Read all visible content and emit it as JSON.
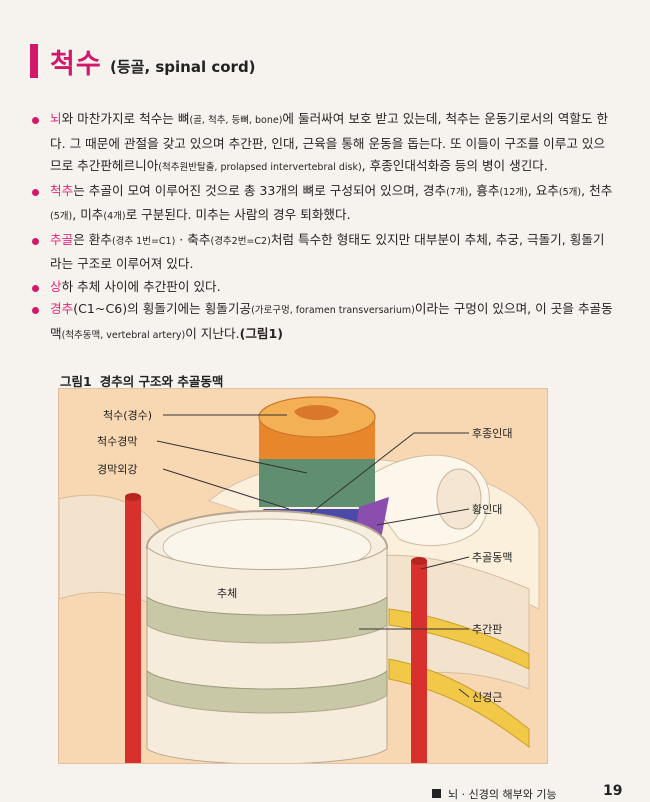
{
  "header": {
    "title": "척수",
    "subtitle": "(등골, spinal cord)"
  },
  "bullets": [
    {
      "html": "<span class='lead'>뇌</span>와 마찬가지로 척수는 뼈<span class='small'>(골, 척추, 등뼈, bone)</span>에 둘러싸여 보호 받고 있는데, 척추는 운동기로서의 역할도 한다. 그 때문에 관절을 갖고 있으며 추간판, 인대, 근육을 통해 운동을 돕는다. 또 이들이 구조를 이루고 있으므로 추간판헤르니아<span class='small'>(척추원반탈출, prolapsed intervertebral disk)</span>, 후종인대석화증 등의 병이 생긴다."
    },
    {
      "html": "<span class='lead'>척추</span>는 추골이 모여 이루어진 것으로 총 33개의 뼈로 구성되어 있으며, 경추<span class='small'>(7개)</span>, 흉추<span class='small'>(12개)</span>, 요추<span class='small'>(5개)</span>, 천추<span class='small'>(5개)</span>, 미추<span class='small'>(4개)</span>로 구분된다. 미추는 사람의 경우 퇴화했다."
    },
    {
      "html": "<span class='lead'>추골</span>은 환추<span class='small'>(경추 1번=C1)</span> · 축추<span class='small'>(경추2번=C2)</span>처럼 특수한 형태도 있지만 대부분이 추체, 추궁, 극돌기, 횡돌기라는 구조로 이루어져 있다."
    },
    {
      "html": "<span class='lead'>상</span>하 추체 사이에 추간판이 있다."
    },
    {
      "html": "<span class='lead'>경추</span>(C1~C6)의 횡돌기에는 횡돌기공<span class='small'>(가로구멍, foramen transversarium)</span>이라는 구멍이 있으며, 이 곳을 추골동맥<span class='small'>(척추동맥, vertebral artery)</span>이 지난다.<b>(그림1)</b>"
    }
  ],
  "figure": {
    "caption_num": "그림1",
    "caption_text": "경추의 구조와 추골동맥",
    "labels": {
      "spinal_cord": "척수(경수)",
      "dura": "척수경막",
      "epidural": "경막외강",
      "vertebral_body": "추체",
      "posterior_ligament": "후종인대",
      "yellow_ligament": "황인대",
      "vertebral_artery": "추골동맥",
      "disc": "추간판",
      "nerve_root": "신경근"
    }
  },
  "footer": {
    "section": "뇌 · 신경의 해부와 기능",
    "page": "19"
  },
  "colors": {
    "accent": "#d2186a",
    "figure_bg": "#f8d8b2",
    "artery": "#d8302c",
    "cord": "#e8862c",
    "dura": "#6e9a78"
  }
}
